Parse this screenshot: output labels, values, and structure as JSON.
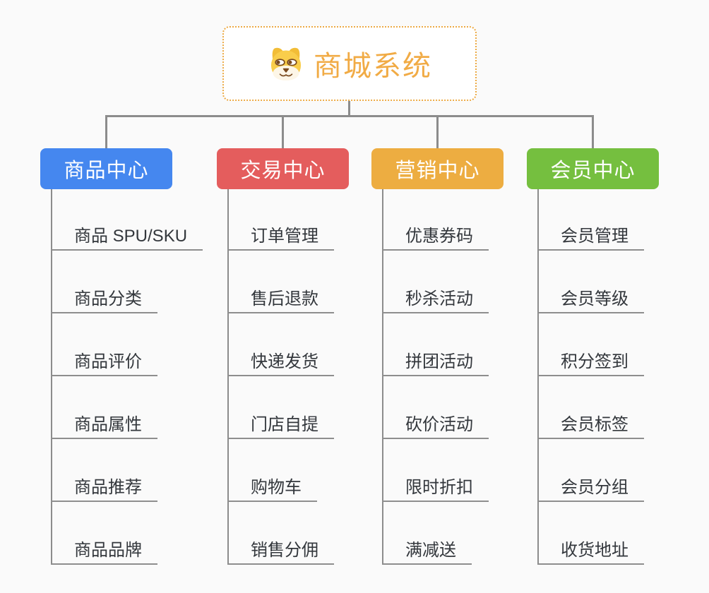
{
  "root": {
    "label": "商城系统",
    "icon": "doge-face-icon"
  },
  "branches": [
    {
      "label": "商品中心",
      "color": "#4587ef",
      "children": [
        "商品 SPU/SKU",
        "商品分类",
        "商品评价",
        "商品属性",
        "商品推荐",
        "商品品牌"
      ]
    },
    {
      "label": "交易中心",
      "color": "#e45d5d",
      "children": [
        "订单管理",
        "售后退款",
        "快递发货",
        "门店自提",
        "购物车",
        "销售分佣"
      ]
    },
    {
      "label": "营销中心",
      "color": "#edad41",
      "children": [
        "优惠券码",
        "秒杀活动",
        "拼团活动",
        "砍价活动",
        "限时折扣",
        "满减送"
      ]
    },
    {
      "label": "会员中心",
      "color": "#75bf3f",
      "children": [
        "会员管理",
        "会员等级",
        "积分签到",
        "会员标签",
        "会员分组",
        "收货地址"
      ]
    }
  ],
  "colors": {
    "background": "#fafafa",
    "connector": "#8c8c8c",
    "child_underline": "#8e8e8e",
    "child_text": "#33373c",
    "root_text": "#f1ab45",
    "root_border": "#ecaa45"
  }
}
